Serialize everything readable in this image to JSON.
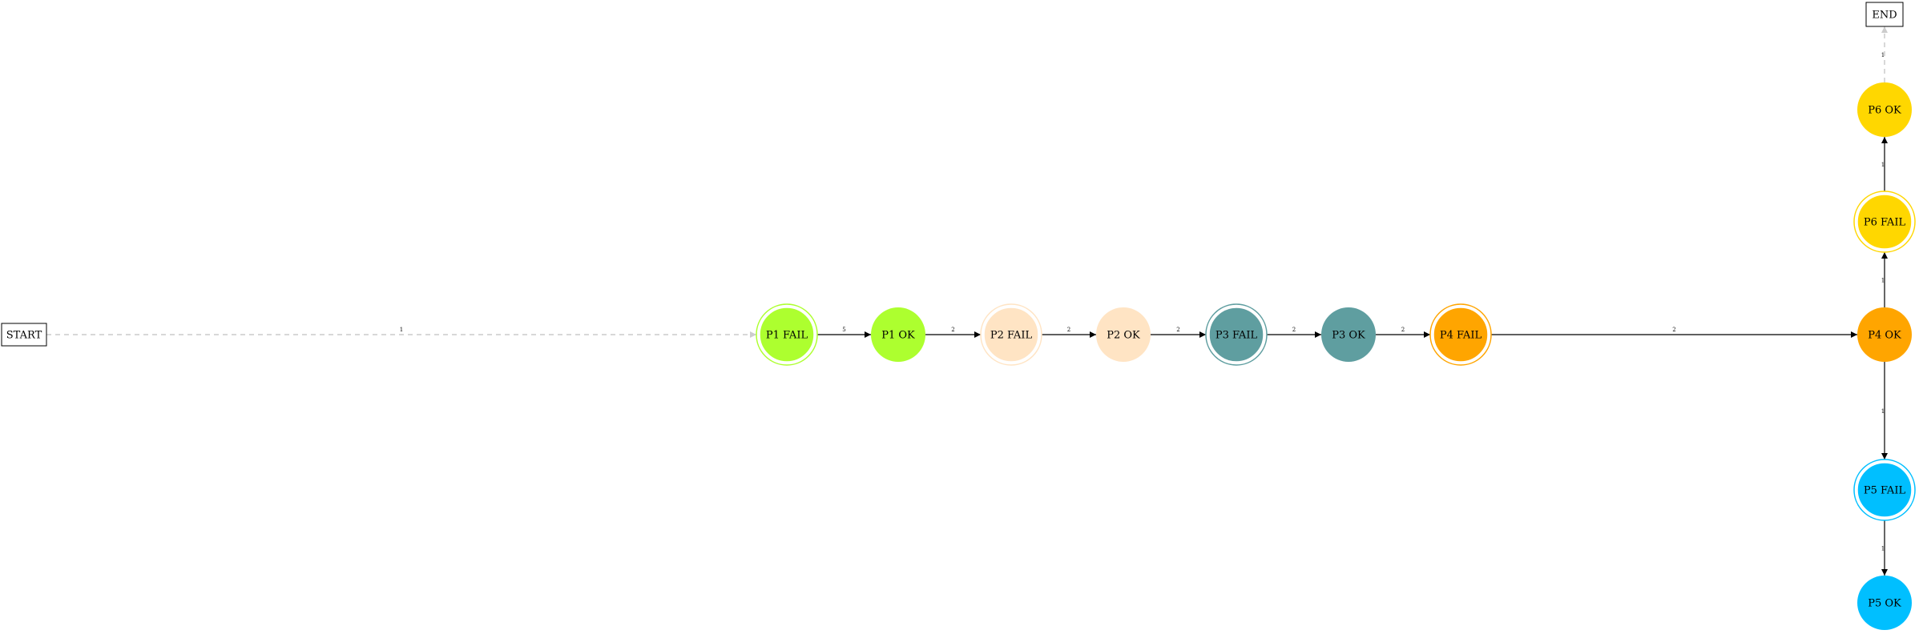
{
  "graph": {
    "start": "START",
    "end": "END",
    "nodes": [
      {
        "id": "p1fail",
        "label": "P1 FAIL",
        "color": "#adff2f",
        "double": true
      },
      {
        "id": "p1ok",
        "label": "P1 OK",
        "color": "#adff2f",
        "double": false
      },
      {
        "id": "p2fail",
        "label": "P2 FAIL",
        "color": "#ffe4c4",
        "double": true
      },
      {
        "id": "p2ok",
        "label": "P2 OK",
        "color": "#ffe4c4",
        "double": false
      },
      {
        "id": "p3fail",
        "label": "P3 FAIL",
        "color": "#5f9ea0",
        "double": true
      },
      {
        "id": "p3ok",
        "label": "P3 OK",
        "color": "#5f9ea0",
        "double": false
      },
      {
        "id": "p4fail",
        "label": "P4 FAIL",
        "color": "#ffa500",
        "double": true
      },
      {
        "id": "p4ok",
        "label": "P4 OK",
        "color": "#ffa500",
        "double": false
      },
      {
        "id": "p6fail",
        "label": "P6 FAIL",
        "color": "#ffd700",
        "double": true
      },
      {
        "id": "p6ok",
        "label": "P6 OK",
        "color": "#ffd700",
        "double": false
      },
      {
        "id": "p5fail",
        "label": "P5 FAIL",
        "color": "#00bfff",
        "double": true
      },
      {
        "id": "p5ok",
        "label": "P5 OK",
        "color": "#00bfff",
        "double": false
      }
    ],
    "edges": [
      {
        "from": "start",
        "to": "p1fail",
        "label": "1",
        "dashed": true
      },
      {
        "from": "p1fail",
        "to": "p1ok",
        "label": "5",
        "dashed": false
      },
      {
        "from": "p1ok",
        "to": "p2fail",
        "label": "2",
        "dashed": false
      },
      {
        "from": "p2fail",
        "to": "p2ok",
        "label": "2",
        "dashed": false
      },
      {
        "from": "p2ok",
        "to": "p3fail",
        "label": "2",
        "dashed": false
      },
      {
        "from": "p3fail",
        "to": "p3ok",
        "label": "2",
        "dashed": false
      },
      {
        "from": "p3ok",
        "to": "p4fail",
        "label": "2",
        "dashed": false
      },
      {
        "from": "p4fail",
        "to": "p4ok",
        "label": "2",
        "dashed": false
      },
      {
        "from": "p4ok",
        "to": "p6fail",
        "label": "1",
        "dashed": false
      },
      {
        "from": "p6fail",
        "to": "p6ok",
        "label": "1",
        "dashed": false
      },
      {
        "from": "p6ok",
        "to": "end",
        "label": "1",
        "dashed": true
      },
      {
        "from": "p4ok",
        "to": "p5fail",
        "label": "1",
        "dashed": false
      },
      {
        "from": "p5fail",
        "to": "p5ok",
        "label": "1",
        "dashed": false
      }
    ]
  }
}
